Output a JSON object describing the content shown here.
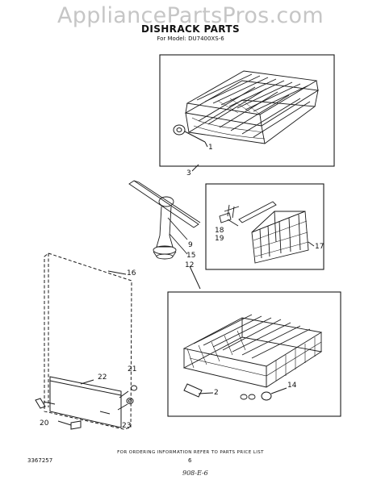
{
  "watermark": "AppliancePartsPros.com",
  "title": "DISHRACK PARTS",
  "model_line": "For Model: DU7400XS-6",
  "callouts": {
    "c1": "1",
    "c3": "3",
    "c9": "9",
    "c15": "15",
    "c12": "12",
    "c17": "17",
    "c18": "18",
    "c19": "19",
    "c16": "16",
    "c22": "22",
    "c21": "21",
    "c20": "20",
    "c23": "23",
    "c2": "2",
    "c14": "14"
  },
  "footer": {
    "ordering_note": "FOR ORDERING INFORMATION REFER TO PARTS PRICE LIST",
    "part_code": "3367257",
    "page_number": "6",
    "handwritten_code": "908-E-6"
  }
}
